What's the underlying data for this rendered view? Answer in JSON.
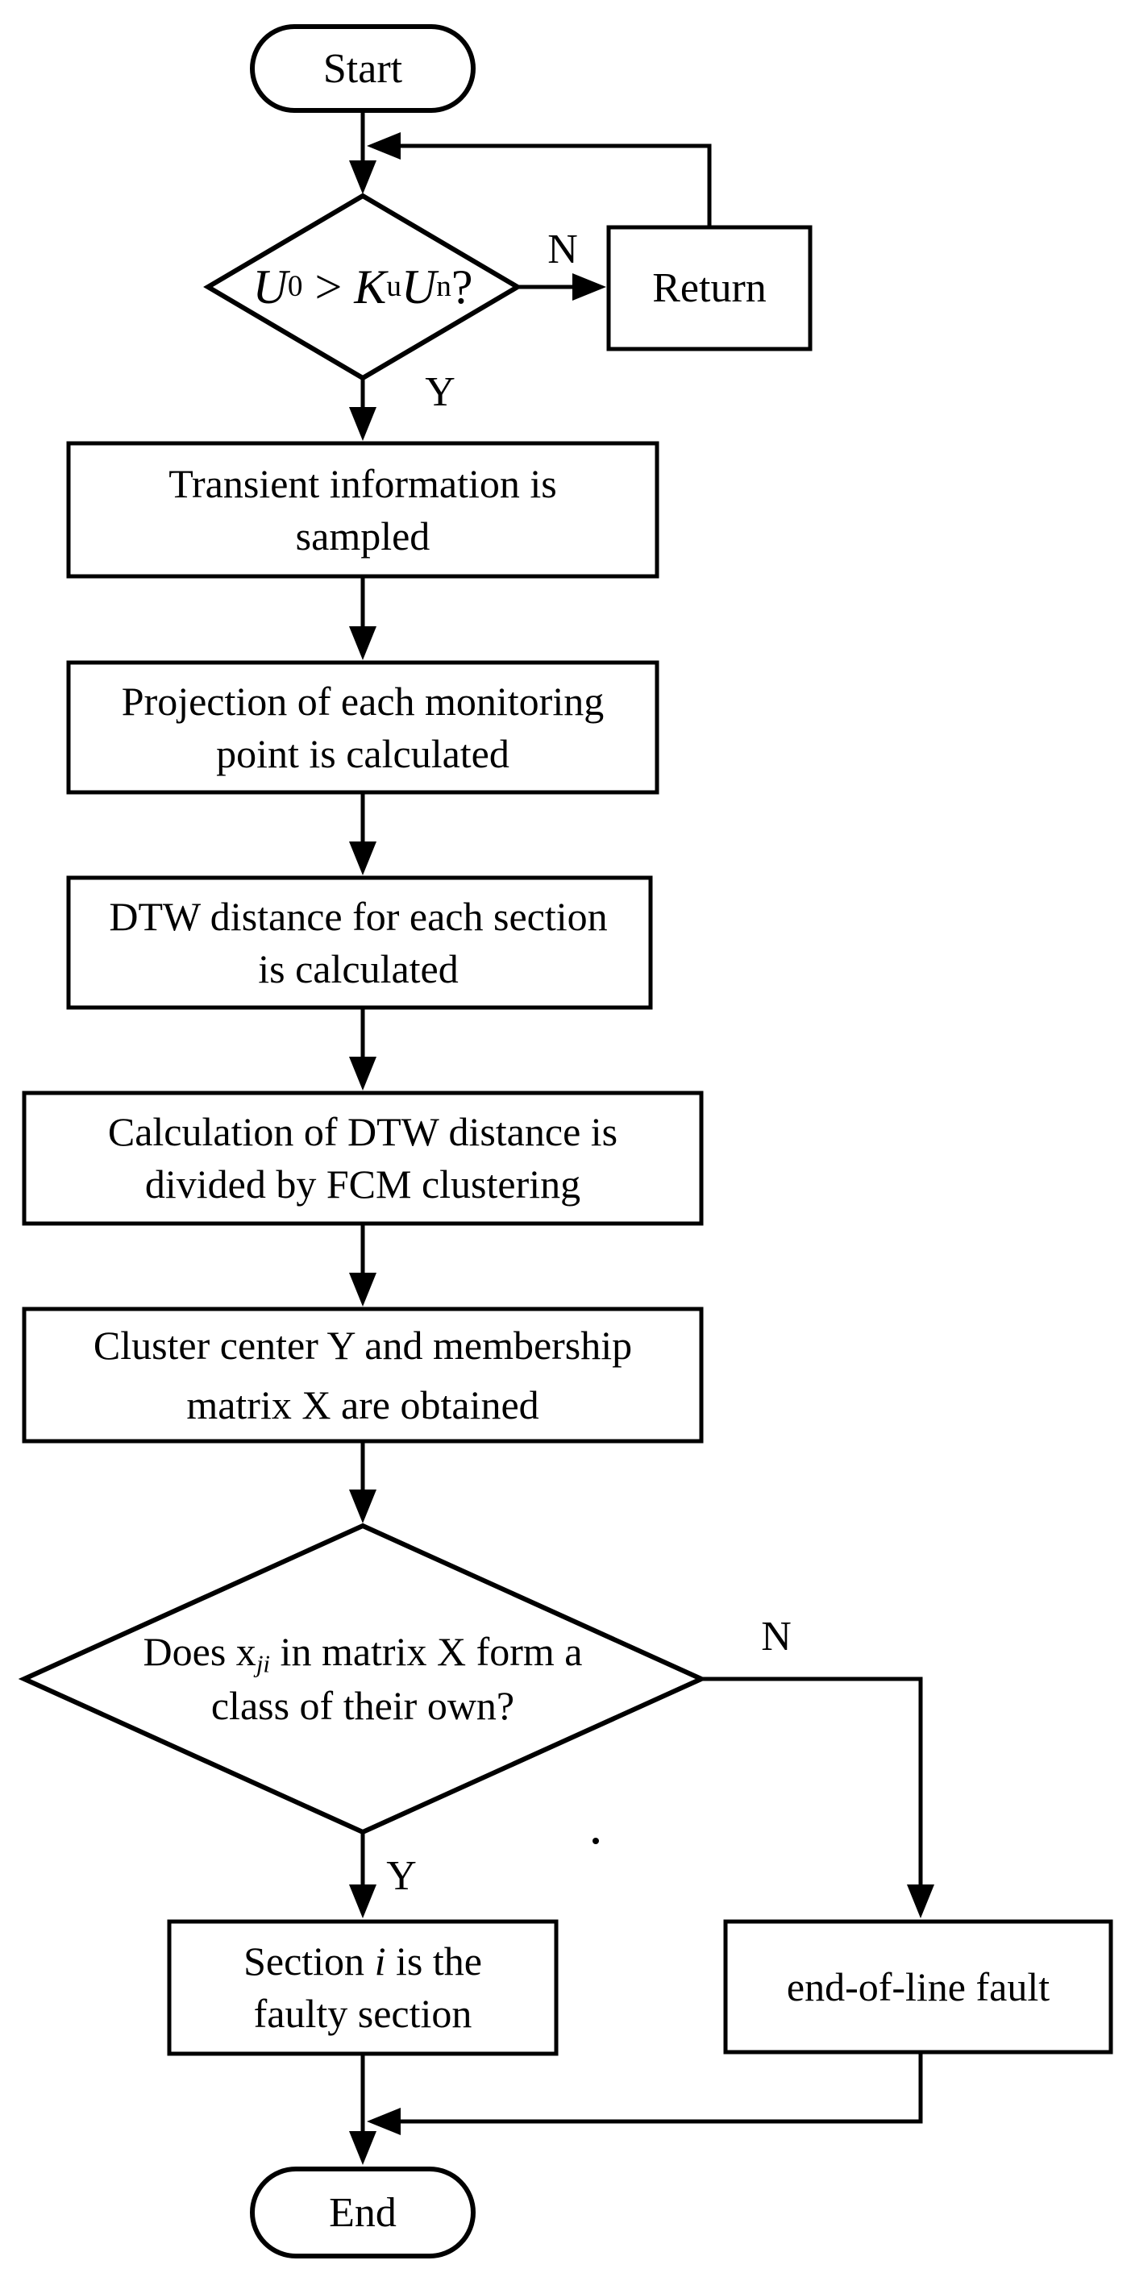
{
  "flowchart": {
    "start": {
      "label": "Start"
    },
    "decision1": {
      "u1": "U",
      "sub0": "0",
      "op": " > ",
      "k": "K",
      "subu": "u",
      "u2": "U",
      "subn": "n",
      "q": "?"
    },
    "label_n1": "N",
    "label_y1": "Y",
    "return_box": {
      "label": "Return"
    },
    "process1": {
      "line1": "Transient information is",
      "line2": "sampled"
    },
    "process2": {
      "line1": "Projection of each monitoring",
      "line2": "point is calculated"
    },
    "process3": {
      "line1": "DTW distance for each section",
      "line2": "is calculated"
    },
    "process4": {
      "line1": "Calculation of DTW distance is",
      "line2": "divided by FCM clustering"
    },
    "process5": {
      "line1": "Cluster center Y and membership",
      "line2": "matrix X are obtained"
    },
    "decision2": {
      "line1_pre": "Does x",
      "line1_sub": "ji",
      "line1_post": " in matrix X form a",
      "line2": "class of their own?"
    },
    "label_n2": "N",
    "label_y2": "Y",
    "section_box": {
      "line1_pre": "Section ",
      "line1_it": "i",
      "line1_post": " is the",
      "line2": "faulty section"
    },
    "eol_box": {
      "label": "end-of-line fault"
    },
    "end": {
      "label": "End"
    }
  }
}
